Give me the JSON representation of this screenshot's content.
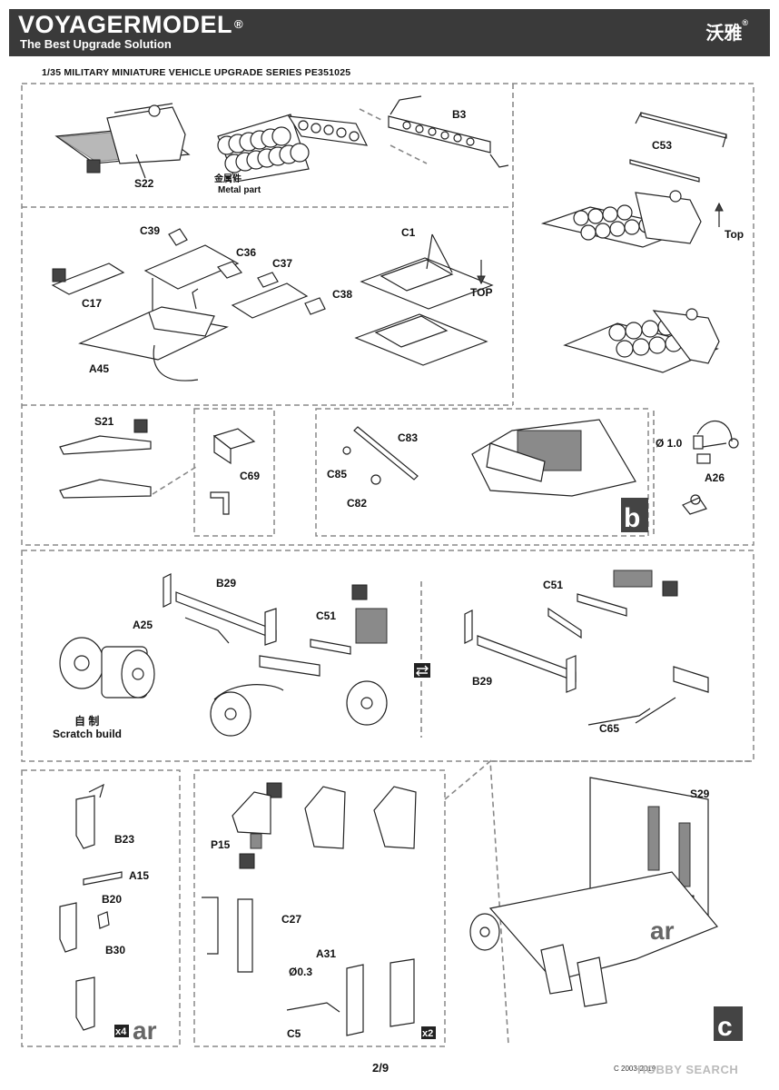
{
  "header": {
    "brand": "VOYAGERMODEL",
    "tagline": "The Best Upgrade Solution",
    "logo_cn": "沃雅",
    "reg": "®"
  },
  "series_title": "1/35 MILITARY MINIATURE VEHICLE  UPGRADE SERIES PE351025",
  "labels": {
    "s22": "S22",
    "metal_cn": "金属件",
    "metal_en": "Metal part",
    "b3": "B3",
    "c53": "C53",
    "top1": "Top",
    "c39": "C39",
    "c36": "C36",
    "c37": "C37",
    "c38": "C38",
    "c17": "C17",
    "a45": "A45",
    "c1": "C1",
    "top2": "TOP",
    "s21": "S21",
    "c69": "C69",
    "c83": "C83",
    "c85": "C85",
    "c82": "C82",
    "phi10": "Ø 1.0",
    "a26": "A26",
    "b29a": "B29",
    "a25": "A25",
    "c51a": "C51",
    "scratch_cn": "自 制",
    "scratch_en": "Scratch build",
    "c51b": "C51",
    "b29b": "B29",
    "c65": "C65",
    "b23": "B23",
    "a15": "A15",
    "b20": "B20",
    "b30": "B30",
    "x4": "x4",
    "ar1": "ar",
    "p15": "P15",
    "c27": "C27",
    "a31": "A31",
    "phi03": "Ø0.3",
    "c5": "C5",
    "x2": "x2",
    "s29": "S29",
    "ar2": "ar"
  },
  "sections": {
    "b": "b",
    "c": "c"
  },
  "footer": {
    "page": "2/9",
    "copyright": "C 2003-2019",
    "watermark": "HOBBY SEARCH"
  }
}
